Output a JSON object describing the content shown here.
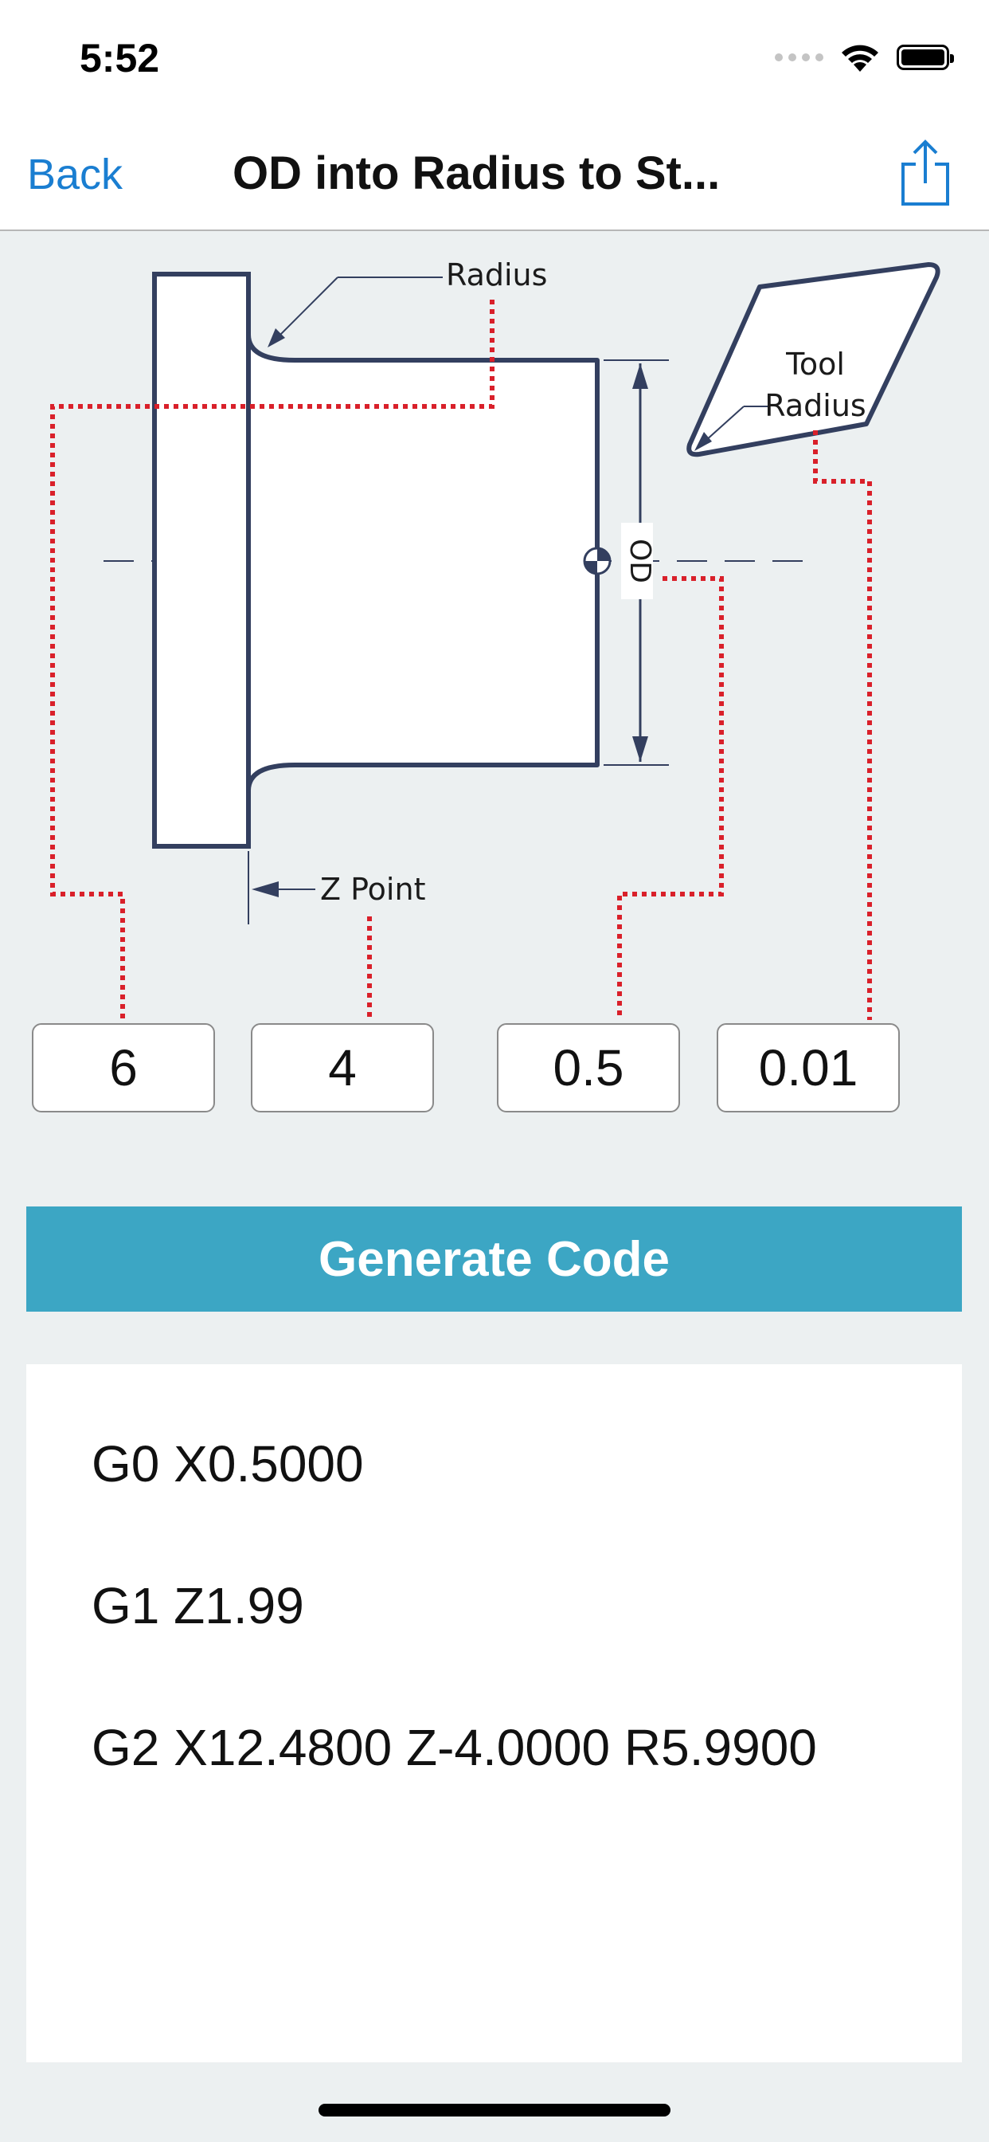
{
  "status_bar": {
    "time": "5:52",
    "icons": [
      "signal-icon",
      "wifi-icon",
      "battery-icon"
    ]
  },
  "nav": {
    "back_label": "Back",
    "title": "OD into Radius to St...",
    "share_icon": "share-icon",
    "accent_color": "#1a7ed1"
  },
  "diagram": {
    "labels": {
      "radius": "Radius",
      "tool": "Tool",
      "tool_radius": "Radius",
      "od": "OD",
      "z_point": "Z Point"
    },
    "colors": {
      "part_outline": "#333f5f",
      "leader_dotted": "#d9202a"
    }
  },
  "inputs": {
    "radius": "6",
    "z_point": "4",
    "od": "0.5",
    "tool_radius": "0.01"
  },
  "generate": {
    "label": "Generate Code",
    "color": "#3ca6c4"
  },
  "output": {
    "lines": [
      "G0 X0.5000",
      "G1 Z1.99",
      "G2 X12.4800 Z-4.0000 R5.9900"
    ]
  }
}
